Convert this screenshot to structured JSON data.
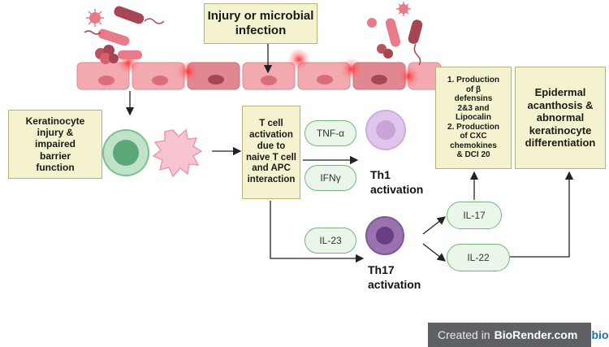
{
  "injury_box": {
    "line1": "Injury or microbial",
    "line2": "infection"
  },
  "keratinocyte_box": {
    "lines": [
      "Keratinocyte",
      "injury &",
      "impaired",
      "barrier",
      "function"
    ]
  },
  "tcell_box": {
    "lines": [
      "T cell",
      "activation",
      "due to",
      "naive T cell",
      "and APC",
      "interaction"
    ]
  },
  "production_box": {
    "lines": [
      "1.  Production",
      "of β",
      "defensins",
      "2&3 and",
      "Lipocalin",
      "2.  Production",
      "of CXC",
      "chemokines",
      "& DCI 20"
    ]
  },
  "epidermal_box": {
    "lines": [
      "Epidermal",
      "acanthosis &",
      "abnormal",
      "keratinocyte",
      "differentiation"
    ]
  },
  "cytokines": {
    "tnf": "TNF-α",
    "ifn": "IFNγ",
    "il23": "IL-23",
    "il17": "IL-17",
    "il22": "IL-22"
  },
  "th1": {
    "line1": "Th1",
    "line2": "activation"
  },
  "th17": {
    "line1": "Th17",
    "line2": "activation"
  },
  "footer": {
    "prefix": "Created in",
    "brand": "BioRender.com",
    "tail": "bio"
  },
  "colors": {
    "box_fill": "#f5f2cf",
    "box_border": "#b7b27a",
    "pill_fill": "#eaf6e9",
    "pill_border": "#78b27c",
    "th1_cell": "#e0c6ec",
    "th17_cell": "#9a72b0"
  }
}
